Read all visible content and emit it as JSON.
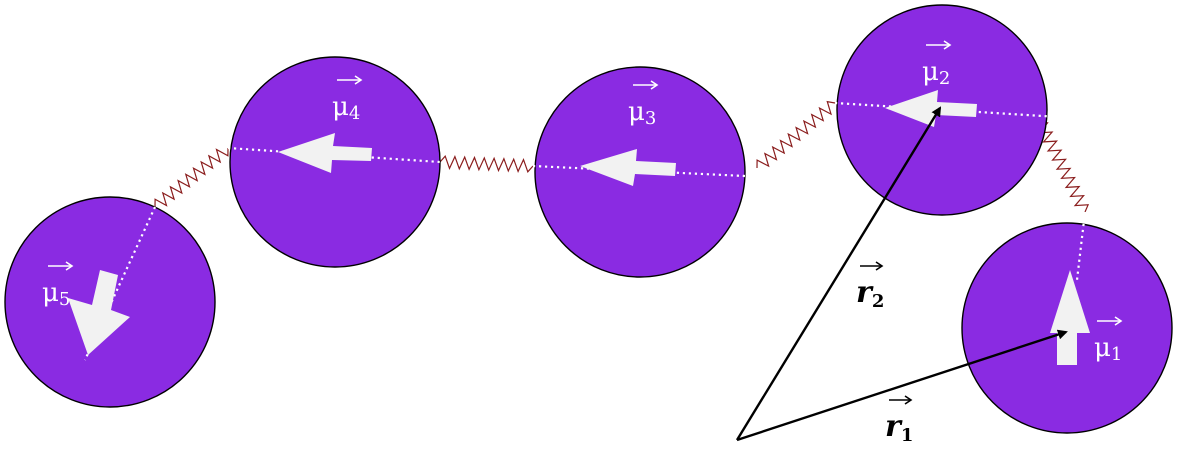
{
  "diagram": {
    "beads": [
      {
        "id": "bead-1",
        "label": "μ",
        "subscript": "1"
      },
      {
        "id": "bead-2",
        "label": "μ",
        "subscript": "2"
      },
      {
        "id": "bead-3",
        "label": "μ",
        "subscript": "3"
      },
      {
        "id": "bead-4",
        "label": "μ",
        "subscript": "4"
      },
      {
        "id": "bead-5",
        "label": "μ",
        "subscript": "5"
      }
    ],
    "position_vectors": [
      {
        "id": "r1",
        "label": "r",
        "subscript": "1"
      },
      {
        "id": "r2",
        "label": "r",
        "subscript": "2"
      }
    ]
  },
  "colors": {
    "bead_fill": "#8a2be2",
    "bead_outline": "#000000",
    "spring": "#8b1e1e",
    "moment_arrow": "#f2f2f2",
    "chain_dots": "#ffffff",
    "position_vector": "#000000"
  }
}
